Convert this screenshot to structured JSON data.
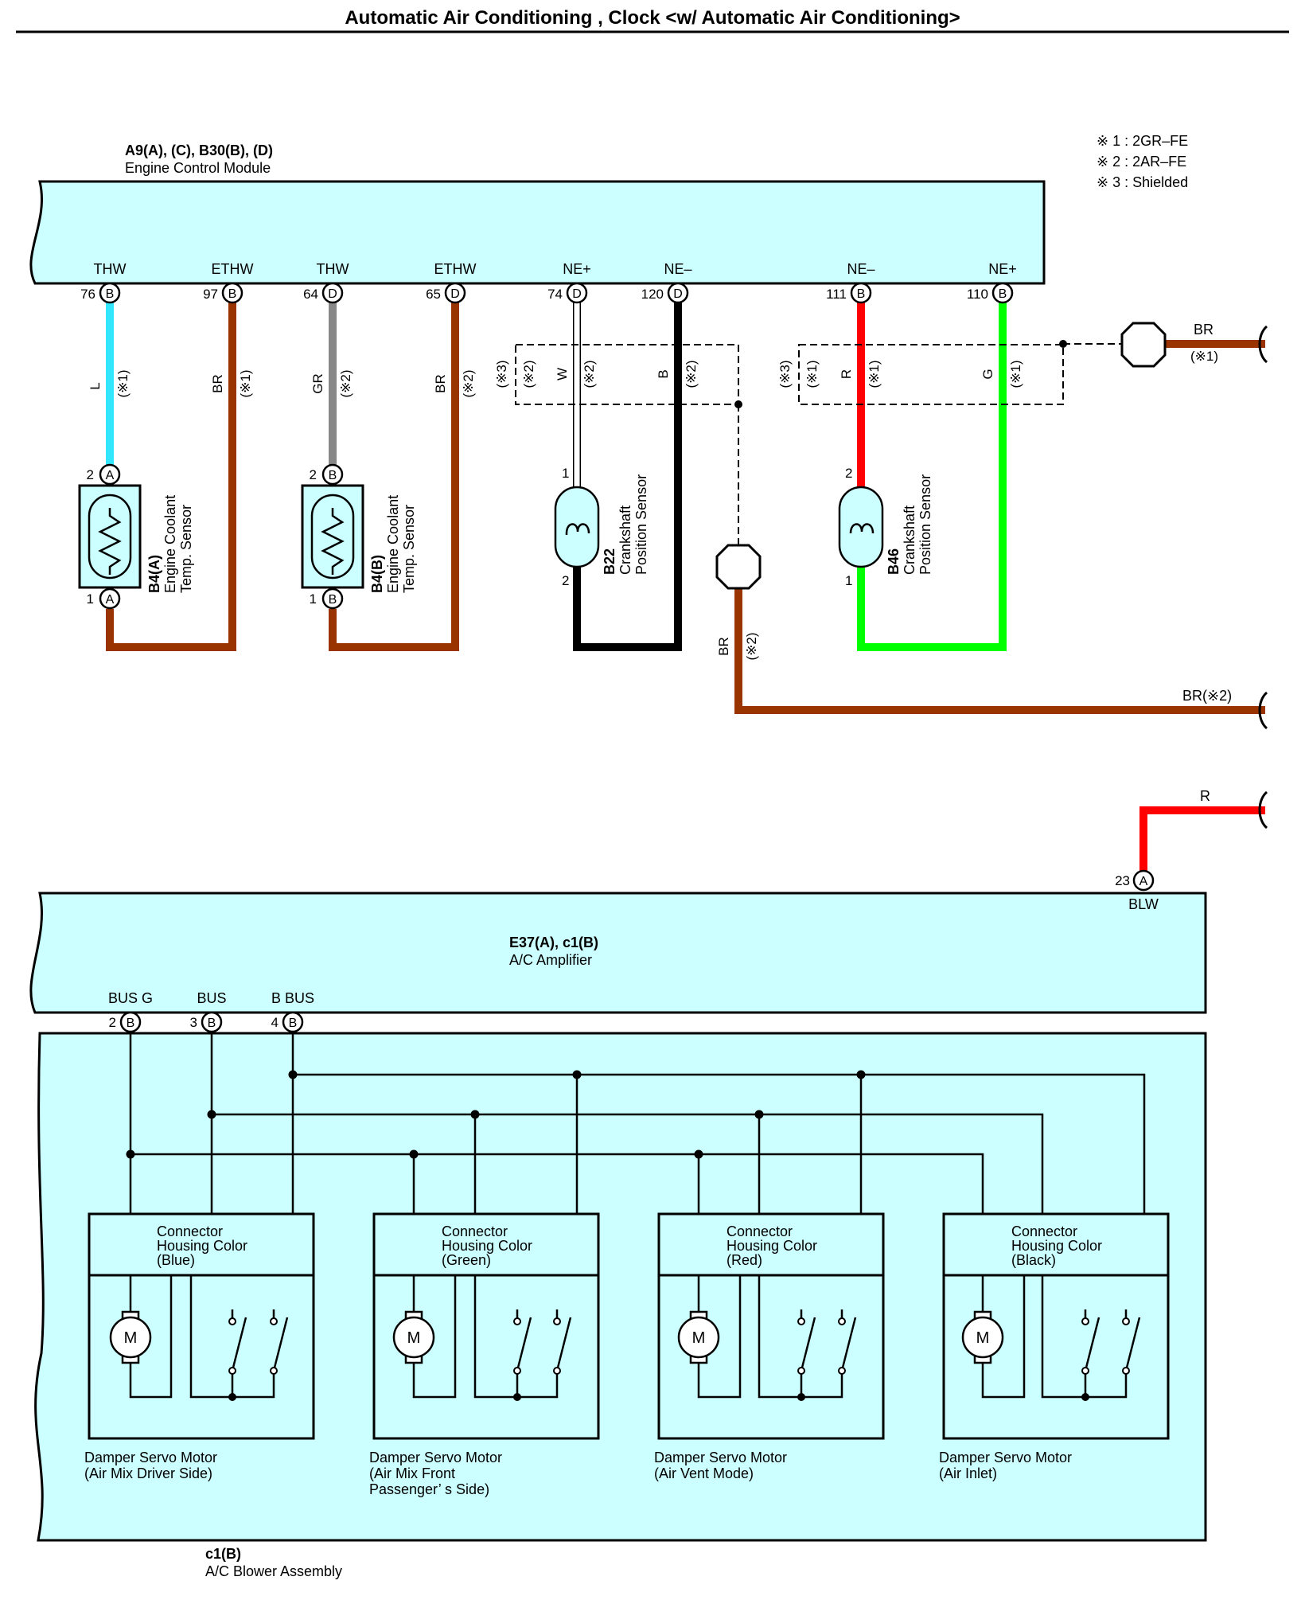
{
  "title": "Automatic Air Conditioning , Clock <w/ Automatic Air Conditioning>",
  "notes": [
    "※ 1 : 2GR–FE",
    "※ 2 : 2AR–FE",
    "※ 3 : Shielded"
  ],
  "ecm": {
    "code": "A9(A), (C), B30(B), (D)",
    "name": "Engine Control Module",
    "terminals": [
      {
        "label": "THW",
        "pin": "76",
        "conn": "B"
      },
      {
        "label": "ETHW",
        "pin": "97",
        "conn": "B"
      },
      {
        "label": "THW",
        "pin": "64",
        "conn": "D"
      },
      {
        "label": "ETHW",
        "pin": "65",
        "conn": "D"
      },
      {
        "label": "NE+",
        "pin": "74",
        "conn": "D"
      },
      {
        "label": "NE–",
        "pin": "120",
        "conn": "D"
      },
      {
        "label": "NE–",
        "pin": "111",
        "conn": "B"
      },
      {
        "label": "NE+",
        "pin": "110",
        "conn": "B"
      }
    ]
  },
  "wires": {
    "w1": {
      "color": "L",
      "note": "(※1)"
    },
    "w2": {
      "color": "BR",
      "note": "(※1)"
    },
    "w3": {
      "color": "GR",
      "note": "(※2)"
    },
    "w4": {
      "color": "BR",
      "note": "(※2)"
    },
    "w5": {
      "color": "W",
      "note": "(※2)"
    },
    "w6": {
      "color": "B",
      "note": "(※2)"
    },
    "w7": {
      "color": "R",
      "note": "(※1)"
    },
    "w8": {
      "color": "G",
      "note": "(※1)"
    },
    "shield1_note1": "(※3)",
    "shield1_note2": "(※2)",
    "shield2_note1": "(※3)",
    "shield2_note2": "(※1)",
    "ground_top_color": "BR",
    "ground_top_note": "(※1)",
    "ground_mid_color": "BR",
    "ground_mid_note": "(※2)",
    "ground_mid_end": "BR(※2)",
    "blw_wire": "R"
  },
  "sensors": {
    "s1": {
      "code": "B4(A)",
      "name_1": "Engine Coolant",
      "name_2": "Temp.  Sensor",
      "pin_top": "2",
      "conn_top": "A",
      "pin_bot": "1",
      "conn_bot": "A"
    },
    "s2": {
      "code": "B4(B)",
      "name_1": "Engine Coolant",
      "name_2": "Temp.  Sensor",
      "pin_top": "2",
      "conn_top": "B",
      "pin_bot": "1",
      "conn_bot": "B"
    },
    "s3": {
      "code": "B22",
      "name_1": "Crankshaft",
      "name_2": "Position Sensor",
      "pin_top": "1",
      "pin_bot": "2"
    },
    "s4": {
      "code": "B46",
      "name_1": "Crankshaft",
      "name_2": "Position Sensor",
      "pin_top": "2",
      "pin_bot": "1"
    }
  },
  "amplifier": {
    "code": "E37(A), c1(B)",
    "name": "A/C Amplifier",
    "blw_label": "BLW",
    "blw_pin": "23",
    "blw_conn": "A",
    "terminals": [
      {
        "label": "BUS G",
        "pin": "2",
        "conn": "B"
      },
      {
        "label": "BUS",
        "pin": "3",
        "conn": "B"
      },
      {
        "label": "B BUS",
        "pin": "4",
        "conn": "B"
      }
    ]
  },
  "blower": {
    "code": "c1(B)",
    "name": "A/C Blower Assembly"
  },
  "motors": [
    {
      "h1": "Connector",
      "h2": "Housing Color",
      "h3": "(Blue)",
      "l1": "Damper Servo Motor",
      "l2": "(Air Mix Driver Side)",
      "l3": ""
    },
    {
      "h1": "Connector",
      "h2": "Housing Color",
      "h3": "(Green)",
      "l1": "Damper Servo Motor",
      "l2": "(Air Mix Front",
      "l3": " Passenger’ s Side)"
    },
    {
      "h1": "Connector",
      "h2": "Housing Color",
      "h3": "(Red)",
      "l1": "Damper Servo Motor",
      "l2": "(Air Vent Mode)",
      "l3": ""
    },
    {
      "h1": "Connector",
      "h2": "Housing Color",
      "h3": "(Black)",
      "l1": "Damper Servo Motor",
      "l2": "(Air Inlet)",
      "l3": ""
    }
  ],
  "motor_symbol": "M",
  "colors": {
    "panel": "#ccffff",
    "blue": "#33e6ff",
    "brown": "#993300",
    "gray": "#888888",
    "black": "#000000",
    "red": "#ff0000",
    "green": "#00ff00",
    "white": "#ffffff"
  }
}
